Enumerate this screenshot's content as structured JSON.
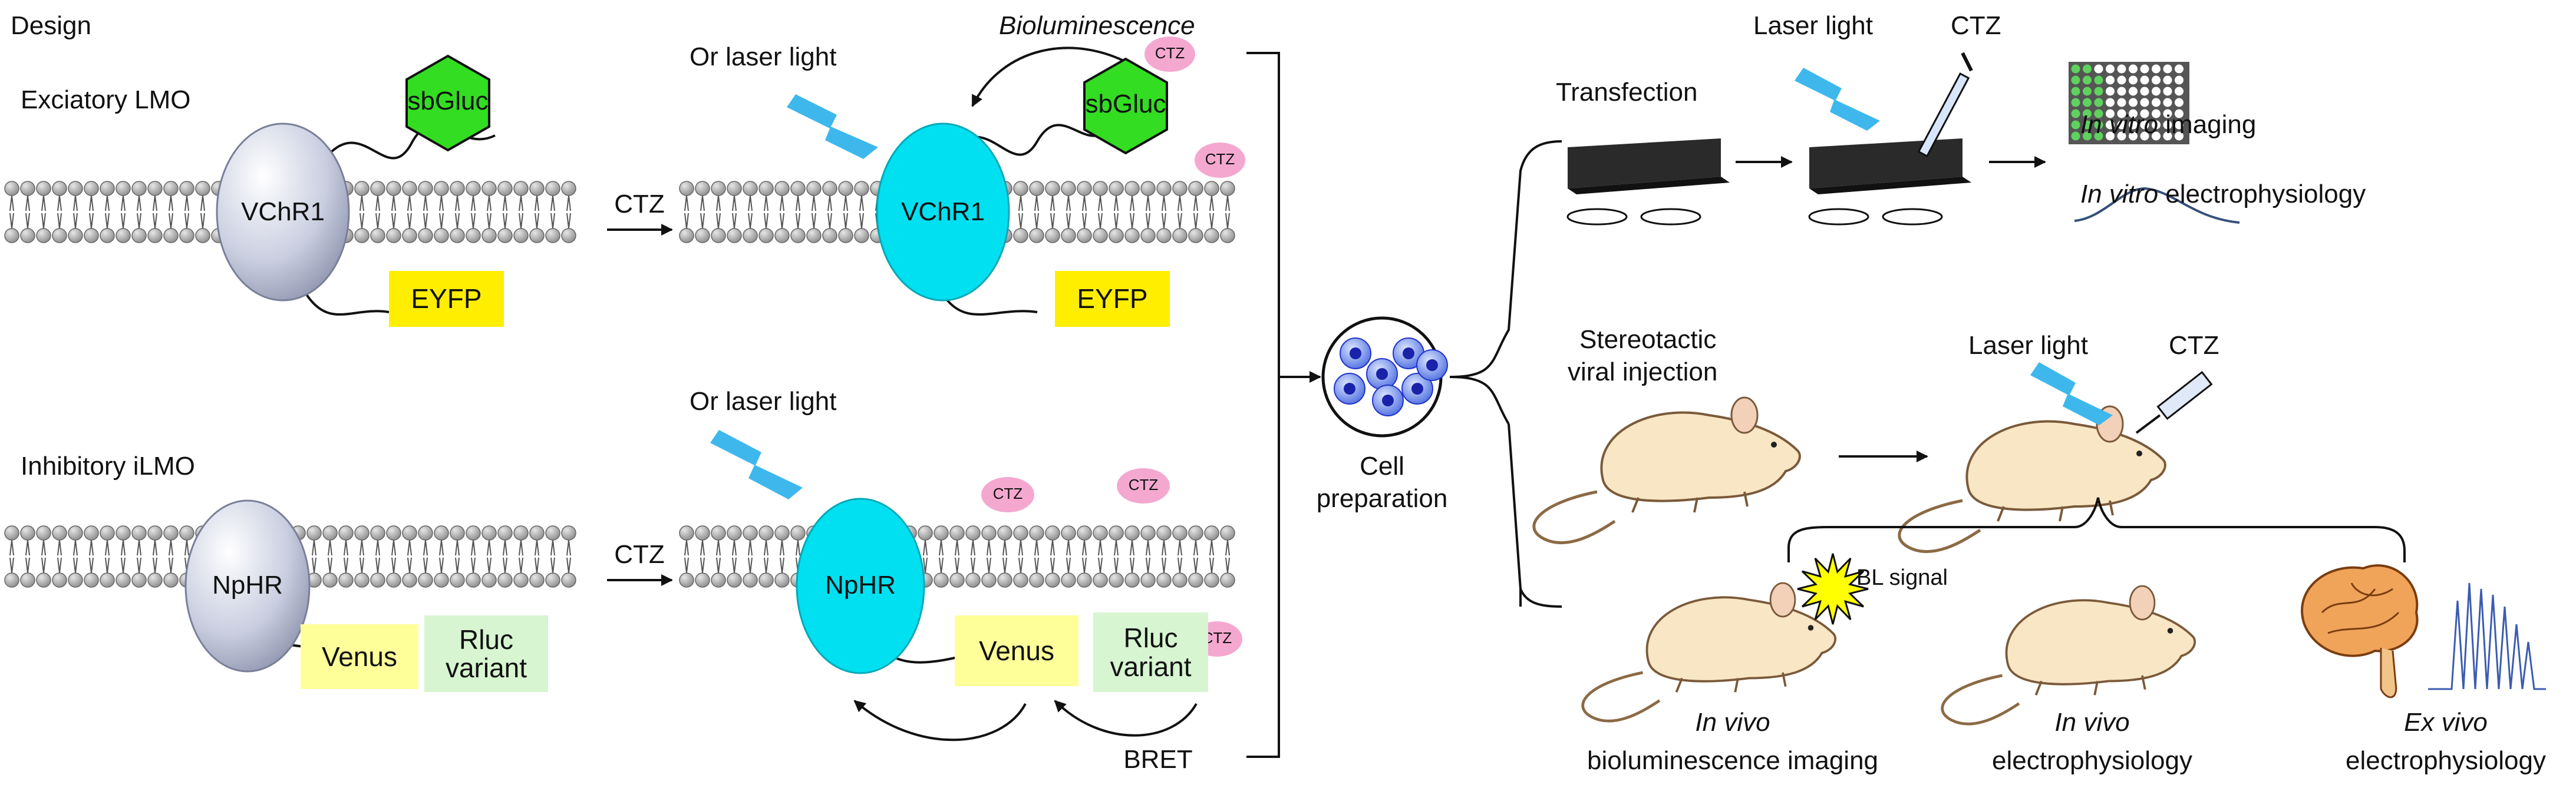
{
  "left": {
    "design_title": "Design",
    "excitatory": {
      "title": "Exciatory LMO",
      "channel": "VChR1",
      "luciferase": "sbGluc",
      "reporter": "EYFP",
      "arrow_label": "CTZ",
      "bioluminescence": "Bioluminescence",
      "laser": "Or laser light",
      "substrate": "CTZ"
    },
    "inhibitory": {
      "title": "Inhibitory iLMO",
      "channel": "NpHR",
      "reporter": "Venus",
      "luciferase_line1": "Rluc",
      "luciferase_line2": "variant",
      "arrow_label": "CTZ",
      "laser": "Or laser light",
      "substrate": "CTZ",
      "bret": "BRET"
    }
  },
  "center": {
    "cell_prep_line1": "Cell",
    "cell_prep_line2": "preparation"
  },
  "right": {
    "vitro": {
      "transfection": "Transfection",
      "laser": "Laser light",
      "ctz": "CTZ",
      "imaging_prefix": "In vitro",
      "imaging_suffix": " imaging",
      "ephys_prefix": "In vitro",
      "ephys_suffix": " electrophysiology"
    },
    "vivo": {
      "injection_line1": "Stereotactic",
      "injection_line2": "viral injection",
      "laser": "Laser light",
      "ctz": "CTZ",
      "bl_signal": "BL signal",
      "out1_line1": "In vivo",
      "out1_line2": "bioluminescence imaging",
      "out2_line1": "In vivo",
      "out2_line2": "electrophysiology",
      "out3_line1": "Ex vivo",
      "out3_line2": "electrophysiology"
    }
  },
  "colors": {
    "lipid_head": "#b4b4b4",
    "channel_grey": "#c8cde0",
    "channel_active": "#00e0f0",
    "sbgluc": "#33dd22",
    "eyfp": "#ffee00",
    "venus": "#ffff99",
    "rluc": "#d6f5d0",
    "ctz": "#f4a8d0",
    "lightning": "#3eb8ec",
    "mouse": "#f8e6c4",
    "cell": "#2233cc"
  }
}
